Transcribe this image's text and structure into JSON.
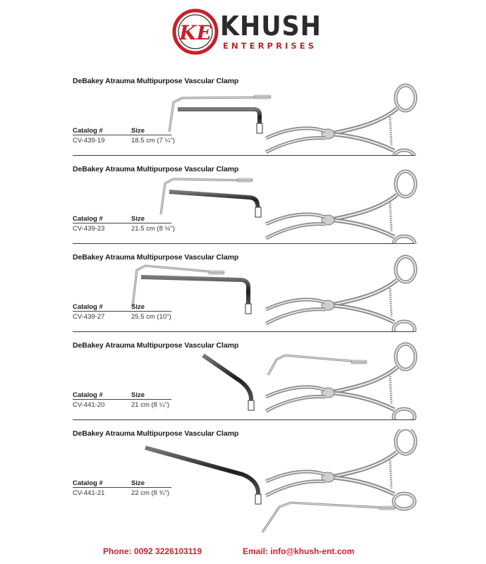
{
  "brand": {
    "initials": "KE",
    "name": "KHUSH",
    "tagline": "ENTERPRISES",
    "colors": {
      "red": "#c8202a",
      "dark": "#2b2b2b"
    }
  },
  "spec_labels": {
    "catalog": "Catalog #",
    "size": "Size"
  },
  "products": [
    {
      "title": "DeBakey Atrauma Multipurpose Vascular Clamp",
      "catalog": "CV-439-19",
      "size": "18.5 cm (7 ¼\")"
    },
    {
      "title": "DeBakey Atrauma Multipurpose Vascular Clamp",
      "catalog": "CV-439-23",
      "size": "21.5 cm (8 ½\")"
    },
    {
      "title": "DeBakey Atrauma Multipurpose Vascular Clamp",
      "catalog": "CV-439-27",
      "size": "25.5 cm (10\")"
    },
    {
      "title": "DeBakey Atrauma Multipurpose Vascular Clamp",
      "catalog": "CV-441-20",
      "size": "21 cm (8 ¼\")"
    },
    {
      "title": "DeBakey Atrauma Multipurpose Vascular Clamp",
      "catalog": "CV-441-21",
      "size": "22 cm (8 ¾\")"
    }
  ],
  "contact": {
    "phone": "Phone:  0092 3226103119",
    "email": "Email:  info@khush-ent.com"
  }
}
